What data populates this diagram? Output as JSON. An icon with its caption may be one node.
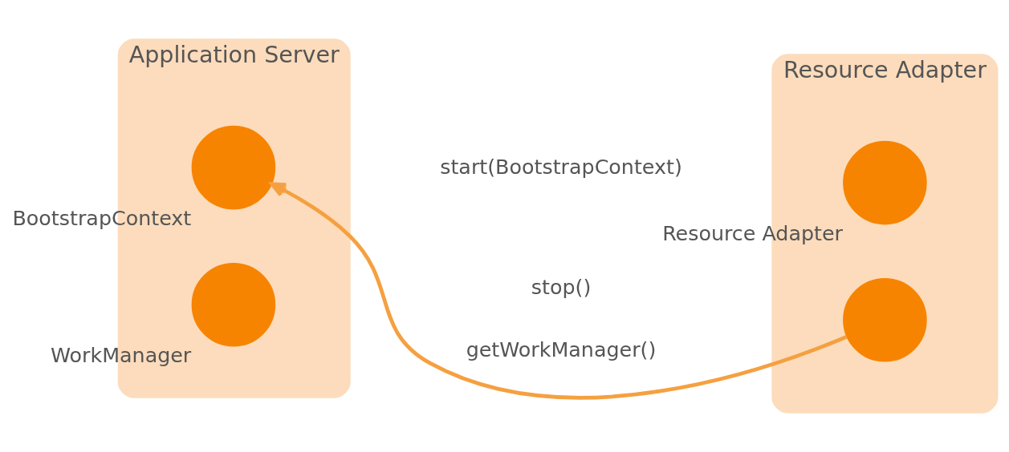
{
  "diagram": {
    "nodes": [
      {
        "text": [
          "Application Server"
        ]
      },
      {
        "text": [],
        "shape": "circle",
        "beside": [
          "BootstrapContext"
        ],
        "in": 0
      },
      {
        "text": [],
        "shape": "circle",
        "beside": [
          "WorkManager"
        ],
        "in": 0
      },
      {
        "text": [
          "Resource Adapter"
        ]
      },
      {
        "text": [],
        "shape": "circle",
        "beside": [
          "Resource Adapter"
        ],
        "in": 3
      },
      {
        "text": [],
        "shape": "circle",
        "in": 3
      }
    ],
    "edges": [
      {
        "from": 5,
        "to": 1,
        "arrow": "to",
        "label": "getWorkManager()"
      }
    ],
    "labels": [
      "start(BootstrapContext)",
      "stop()"
    ]
  }
}
